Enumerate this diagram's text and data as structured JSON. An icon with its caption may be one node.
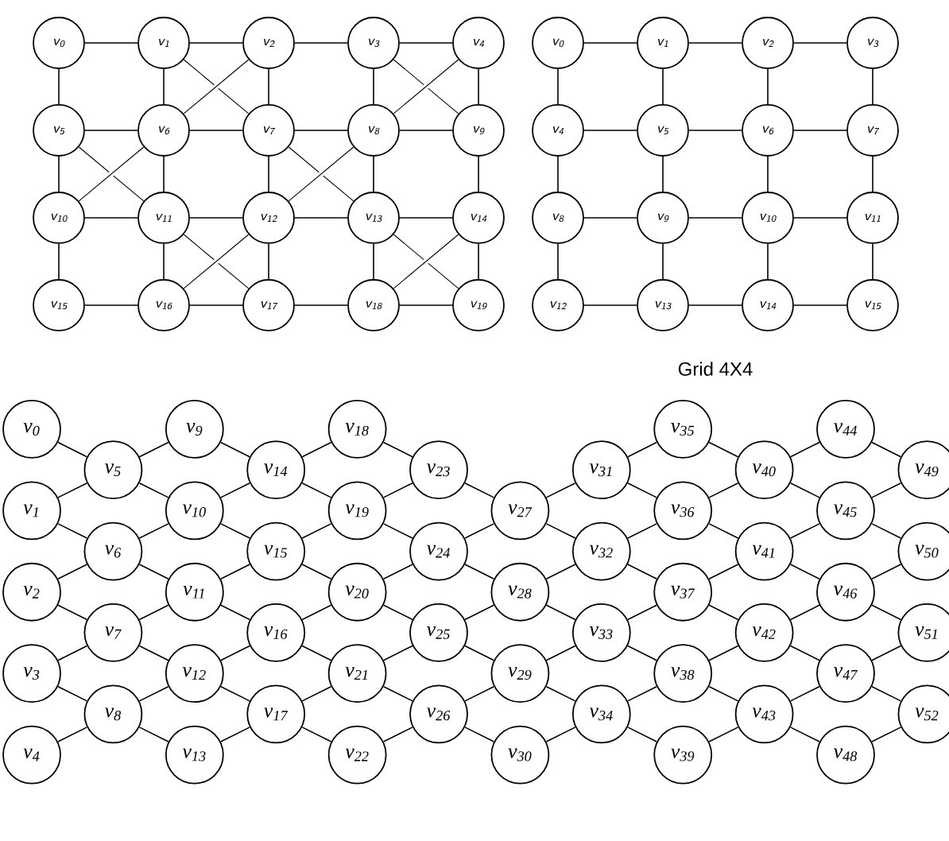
{
  "diagram": {
    "nodes": [
      {
        "text": [
          "v$_{0}$"
        ]
      },
      {
        "text": [
          "v$_{1}$"
        ]
      },
      {
        "text": [
          "v$_{2}$"
        ]
      },
      {
        "text": [
          "v$_{3}$"
        ]
      },
      {
        "text": [
          "v$_{4}$"
        ]
      },
      {
        "text": [
          "v$_{5}$"
        ]
      },
      {
        "text": [
          "v$_{6}$"
        ]
      },
      {
        "text": [
          "v$_{7}$"
        ]
      },
      {
        "text": [
          "v$_{8}$"
        ]
      },
      {
        "text": [
          "v$_{9}$"
        ]
      },
      {
        "text": [
          "v$_{10}$"
        ]
      },
      {
        "text": [
          "v$_{11}$"
        ]
      },
      {
        "text": [
          "v$_{12}$"
        ]
      },
      {
        "text": [
          "v$_{13}$"
        ]
      },
      {
        "text": [
          "v$_{14}$"
        ]
      },
      {
        "text": [
          "v$_{15}$"
        ]
      },
      {
        "text": [
          "v$_{16}$"
        ]
      },
      {
        "text": [
          "v$_{17}$"
        ]
      },
      {
        "text": [
          "v$_{18}$"
        ]
      },
      {
        "text": [
          "v$_{19}$"
        ]
      },
      {
        "text": [
          "v$_{0}$"
        ]
      },
      {
        "text": [
          "v$_{1}$"
        ]
      },
      {
        "text": [
          "v$_{2}$"
        ]
      },
      {
        "text": [
          "v$_{3}$"
        ]
      },
      {
        "text": [
          "v$_{4}$"
        ]
      },
      {
        "text": [
          "v$_{5}$"
        ]
      },
      {
        "text": [
          "v$_{6}$"
        ]
      },
      {
        "text": [
          "v$_{7}$"
        ]
      },
      {
        "text": [
          "v$_{8}$"
        ]
      },
      {
        "text": [
          "v$_{9}$"
        ]
      },
      {
        "text": [
          "v$_{10}$"
        ]
      },
      {
        "text": [
          "v$_{11}$"
        ]
      },
      {
        "text": [
          "v$_{12}$"
        ]
      },
      {
        "text": [
          "v$_{13}$"
        ]
      },
      {
        "text": [
          "v$_{14}$"
        ]
      },
      {
        "text": [
          "v$_{15}$"
        ]
      },
      {
        "text": [
          "v$_{0}$"
        ]
      },
      {
        "text": [
          "v$_{1}$"
        ]
      },
      {
        "text": [
          "v$_{2}$"
        ]
      },
      {
        "text": [
          "v$_{3}$"
        ]
      },
      {
        "text": [
          "v$_{4}$"
        ]
      },
      {
        "text": [
          "v$_{5}$"
        ]
      },
      {
        "text": [
          "v$_{6}$"
        ]
      },
      {
        "text": [
          "v$_{7}$"
        ]
      },
      {
        "text": [
          "v$_{8}$"
        ]
      },
      {
        "text": [
          "v$_{9}$"
        ]
      },
      {
        "text": [
          "v$_{10}$"
        ]
      },
      {
        "text": [
          "v$_{11}$"
        ]
      },
      {
        "text": [
          "v$_{12}$"
        ]
      },
      {
        "text": [
          "v$_{13}$"
        ]
      },
      {
        "text": [
          "v$_{14}$"
        ]
      },
      {
        "text": [
          "v$_{15}$"
        ]
      },
      {
        "text": [
          "v$_{16}$"
        ]
      },
      {
        "text": [
          "v$_{17}$"
        ]
      },
      {
        "text": [
          "v$_{18}$"
        ]
      },
      {
        "text": [
          "v$_{19}$"
        ]
      },
      {
        "text": [
          "v$_{20}$"
        ]
      },
      {
        "text": [
          "v$_{21}$"
        ]
      },
      {
        "text": [
          "v$_{22}$"
        ]
      },
      {
        "text": [
          "v$_{23}$"
        ]
      },
      {
        "text": [
          "v$_{24}$"
        ]
      },
      {
        "text": [
          "v$_{25}$"
        ]
      },
      {
        "text": [
          "v$_{26}$"
        ]
      },
      {
        "text": [
          "v$_{27}$"
        ]
      },
      {
        "text": [
          "v$_{28}$"
        ]
      },
      {
        "text": [
          "v$_{29}$"
        ]
      },
      {
        "text": [
          "v$_{30}$"
        ]
      },
      {
        "text": [
          "v$_{31}$"
        ]
      },
      {
        "text": [
          "v$_{32}$"
        ]
      },
      {
        "text": [
          "v$_{33}$"
        ]
      },
      {
        "text": [
          "v$_{34}$"
        ]
      },
      {
        "text": [
          "v$_{35}$"
        ]
      },
      {
        "text": [
          "v$_{36}$"
        ]
      },
      {
        "text": [
          "v$_{37}$"
        ]
      },
      {
        "text": [
          "v$_{38}$"
        ]
      },
      {
        "text": [
          "v$_{39}$"
        ]
      },
      {
        "text": [
          "v$_{40}$"
        ]
      },
      {
        "text": [
          "v$_{41}$"
        ]
      },
      {
        "text": [
          "v$_{42}$"
        ]
      },
      {
        "text": [
          "v$_{43}$"
        ]
      },
      {
        "text": [
          "v$_{44}$"
        ]
      },
      {
        "text": [
          "v$_{45}$"
        ]
      },
      {
        "text": [
          "v$_{46}$"
        ]
      },
      {
        "text": [
          "v$_{47}$"
        ]
      },
      {
        "text": [
          "v$_{48}$"
        ]
      },
      {
        "text": [
          "v$_{49}$"
        ]
      },
      {
        "text": [
          "v$_{50}$"
        ]
      },
      {
        "text": [
          "v$_{51}$"
        ]
      },
      {
        "text": [
          "v$_{52}$"
        ]
      }
    ],
    "edges": [
      {
        "from": 0,
        "to": 1,
        "arrow": "none"
      },
      {
        "from": 1,
        "to": 2,
        "arrow": "none"
      },
      {
        "from": 2,
        "to": 3,
        "arrow": "none"
      },
      {
        "from": 3,
        "to": 4,
        "arrow": "none"
      },
      {
        "from": 5,
        "to": 6,
        "arrow": "none"
      },
      {
        "from": 6,
        "to": 7,
        "arrow": "none"
      },
      {
        "from": 7,
        "to": 8,
        "arrow": "none"
      },
      {
        "from": 8,
        "to": 9,
        "arrow": "none"
      },
      {
        "from": 10,
        "to": 11,
        "arrow": "none"
      },
      {
        "from": 11,
        "to": 12,
        "arrow": "none"
      },
      {
        "from": 12,
        "to": 13,
        "arrow": "none"
      },
      {
        "from": 13,
        "to": 14,
        "arrow": "none"
      },
      {
        "from": 15,
        "to": 16,
        "arrow": "none"
      },
      {
        "from": 16,
        "to": 17,
        "arrow": "none"
      },
      {
        "from": 17,
        "to": 18,
        "arrow": "none"
      },
      {
        "from": 18,
        "to": 19,
        "arrow": "none"
      },
      {
        "from": 0,
        "to": 5,
        "arrow": "none"
      },
      {
        "from": 1,
        "to": 6,
        "arrow": "none"
      },
      {
        "from": 2,
        "to": 7,
        "arrow": "none"
      },
      {
        "from": 3,
        "to": 8,
        "arrow": "none"
      },
      {
        "from": 4,
        "to": 9,
        "arrow": "none"
      },
      {
        "from": 5,
        "to": 10,
        "arrow": "none"
      },
      {
        "from": 6,
        "to": 11,
        "arrow": "none"
      },
      {
        "from": 7,
        "to": 12,
        "arrow": "none"
      },
      {
        "from": 8,
        "to": 13,
        "arrow": "none"
      },
      {
        "from": 9,
        "to": 14,
        "arrow": "none"
      },
      {
        "from": 10,
        "to": 15,
        "arrow": "none"
      },
      {
        "from": 11,
        "to": 16,
        "arrow": "none"
      },
      {
        "from": 12,
        "to": 17,
        "arrow": "none"
      },
      {
        "from": 13,
        "to": 18,
        "arrow": "none"
      },
      {
        "from": 14,
        "to": 19,
        "arrow": "none"
      },
      {
        "from": 1,
        "to": 7,
        "arrow": "none"
      },
      {
        "from": 2,
        "to": 6,
        "arrow": "none"
      },
      {
        "from": 3,
        "to": 9,
        "arrow": "none"
      },
      {
        "from": 4,
        "to": 8,
        "arrow": "none"
      },
      {
        "from": 5,
        "to": 11,
        "arrow": "none"
      },
      {
        "from": 6,
        "to": 10,
        "arrow": "none"
      },
      {
        "from": 7,
        "to": 13,
        "arrow": "none"
      },
      {
        "from": 8,
        "to": 12,
        "arrow": "none"
      },
      {
        "from": 11,
        "to": 17,
        "arrow": "none"
      },
      {
        "from": 12,
        "to": 16,
        "arrow": "none"
      },
      {
        "from": 13,
        "to": 19,
        "arrow": "none"
      },
      {
        "from": 14,
        "to": 18,
        "arrow": "none"
      },
      {
        "from": 20,
        "to": 21,
        "arrow": "none"
      },
      {
        "from": 21,
        "to": 22,
        "arrow": "none"
      },
      {
        "from": 22,
        "to": 23,
        "arrow": "none"
      },
      {
        "from": 24,
        "to": 25,
        "arrow": "none"
      },
      {
        "from": 25,
        "to": 26,
        "arrow": "none"
      },
      {
        "from": 26,
        "to": 27,
        "arrow": "none"
      },
      {
        "from": 28,
        "to": 29,
        "arrow": "none"
      },
      {
        "from": 29,
        "to": 30,
        "arrow": "none"
      },
      {
        "from": 30,
        "to": 31,
        "arrow": "none"
      },
      {
        "from": 32,
        "to": 33,
        "arrow": "none"
      },
      {
        "from": 33,
        "to": 34,
        "arrow": "none"
      },
      {
        "from": 34,
        "to": 35,
        "arrow": "none"
      },
      {
        "from": 20,
        "to": 24,
        "arrow": "none"
      },
      {
        "from": 21,
        "to": 25,
        "arrow": "none"
      },
      {
        "from": 22,
        "to": 26,
        "arrow": "none"
      },
      {
        "from": 23,
        "to": 27,
        "arrow": "none"
      },
      {
        "from": 24,
        "to": 28,
        "arrow": "none"
      },
      {
        "from": 25,
        "to": 29,
        "arrow": "none"
      },
      {
        "from": 26,
        "to": 30,
        "arrow": "none"
      },
      {
        "from": 27,
        "to": 31,
        "arrow": "none"
      },
      {
        "from": 28,
        "to": 32,
        "arrow": "none"
      },
      {
        "from": 29,
        "to": 33,
        "arrow": "none"
      },
      {
        "from": 30,
        "to": 34,
        "arrow": "none"
      },
      {
        "from": 31,
        "to": 35,
        "arrow": "none"
      },
      {
        "from": 36,
        "to": 41,
        "arrow": "none"
      },
      {
        "from": 37,
        "to": 41,
        "arrow": "none"
      },
      {
        "from": 37,
        "to": 42,
        "arrow": "none"
      },
      {
        "from": 38,
        "to": 42,
        "arrow": "none"
      },
      {
        "from": 38,
        "to": 43,
        "arrow": "none"
      },
      {
        "from": 39,
        "to": 43,
        "arrow": "none"
      },
      {
        "from": 39,
        "to": 44,
        "arrow": "none"
      },
      {
        "from": 40,
        "to": 44,
        "arrow": "none"
      },
      {
        "from": 41,
        "to": 45,
        "arrow": "none"
      },
      {
        "from": 41,
        "to": 46,
        "arrow": "none"
      },
      {
        "from": 42,
        "to": 46,
        "arrow": "none"
      },
      {
        "from": 42,
        "to": 47,
        "arrow": "none"
      },
      {
        "from": 43,
        "to": 47,
        "arrow": "none"
      },
      {
        "from": 43,
        "to": 48,
        "arrow": "none"
      },
      {
        "from": 44,
        "to": 48,
        "arrow": "none"
      },
      {
        "from": 44,
        "to": 49,
        "arrow": "none"
      },
      {
        "from": 45,
        "to": 50,
        "arrow": "none"
      },
      {
        "from": 46,
        "to": 50,
        "arrow": "none"
      },
      {
        "from": 46,
        "to": 51,
        "arrow": "none"
      },
      {
        "from": 47,
        "to": 51,
        "arrow": "none"
      },
      {
        "from": 47,
        "to": 52,
        "arrow": "none"
      },
      {
        "from": 48,
        "to": 52,
        "arrow": "none"
      },
      {
        "from": 48,
        "to": 53,
        "arrow": "none"
      },
      {
        "from": 49,
        "to": 53,
        "arrow": "none"
      },
      {
        "from": 50,
        "to": 54,
        "arrow": "none"
      },
      {
        "from": 50,
        "to": 55,
        "arrow": "none"
      },
      {
        "from": 51,
        "to": 55,
        "arrow": "none"
      },
      {
        "from": 51,
        "to": 56,
        "arrow": "none"
      },
      {
        "from": 52,
        "to": 56,
        "arrow": "none"
      },
      {
        "from": 52,
        "to": 57,
        "arrow": "none"
      },
      {
        "from": 53,
        "to": 57,
        "arrow": "none"
      },
      {
        "from": 53,
        "to": 58,
        "arrow": "none"
      },
      {
        "from": 54,
        "to": 59,
        "arrow": "none"
      },
      {
        "from": 55,
        "to": 59,
        "arrow": "none"
      },
      {
        "from": 55,
        "to": 60,
        "arrow": "none"
      },
      {
        "from": 56,
        "to": 60,
        "arrow": "none"
      },
      {
        "from": 56,
        "to": 61,
        "arrow": "none"
      },
      {
        "from": 57,
        "to": 61,
        "arrow": "none"
      },
      {
        "from": 57,
        "to": 62,
        "arrow": "none"
      },
      {
        "from": 58,
        "to": 62,
        "arrow": "none"
      },
      {
        "from": 59,
        "to": 63,
        "arrow": "none"
      },
      {
        "from": 60,
        "to": 63,
        "arrow": "none"
      },
      {
        "from": 60,
        "to": 64,
        "arrow": "none"
      },
      {
        "from": 61,
        "to": 64,
        "arrow": "none"
      },
      {
        "from": 61,
        "to": 65,
        "arrow": "none"
      },
      {
        "from": 62,
        "to": 65,
        "arrow": "none"
      },
      {
        "from": 62,
        "to": 66,
        "arrow": "none"
      },
      {
        "from": 63,
        "to": 67,
        "arrow": "none"
      },
      {
        "from": 63,
        "to": 68,
        "arrow": "none"
      },
      {
        "from": 64,
        "to": 68,
        "arrow": "none"
      },
      {
        "from": 64,
        "to": 69,
        "arrow": "none"
      },
      {
        "from": 65,
        "to": 69,
        "arrow": "none"
      },
      {
        "from": 65,
        "to": 70,
        "arrow": "none"
      },
      {
        "from": 66,
        "to": 70,
        "arrow": "none"
      },
      {
        "from": 67,
        "to": 71,
        "arrow": "none"
      },
      {
        "from": 67,
        "to": 72,
        "arrow": "none"
      },
      {
        "from": 68,
        "to": 72,
        "arrow": "none"
      },
      {
        "from": 68,
        "to": 73,
        "arrow": "none"
      },
      {
        "from": 69,
        "to": 73,
        "arrow": "none"
      },
      {
        "from": 69,
        "to": 74,
        "arrow": "none"
      },
      {
        "from": 70,
        "to": 74,
        "arrow": "none"
      },
      {
        "from": 70,
        "to": 75,
        "arrow": "none"
      },
      {
        "from": 71,
        "to": 76,
        "arrow": "none"
      },
      {
        "from": 72,
        "to": 76,
        "arrow": "none"
      },
      {
        "from": 72,
        "to": 77,
        "arrow": "none"
      },
      {
        "from": 73,
        "to": 77,
        "arrow": "none"
      },
      {
        "from": 73,
        "to": 78,
        "arrow": "none"
      },
      {
        "from": 74,
        "to": 78,
        "arrow": "none"
      },
      {
        "from": 74,
        "to": 79,
        "arrow": "none"
      },
      {
        "from": 75,
        "to": 79,
        "arrow": "none"
      },
      {
        "from": 76,
        "to": 80,
        "arrow": "none"
      },
      {
        "from": 76,
        "to": 81,
        "arrow": "none"
      },
      {
        "from": 77,
        "to": 81,
        "arrow": "none"
      },
      {
        "from": 77,
        "to": 82,
        "arrow": "none"
      },
      {
        "from": 78,
        "to": 82,
        "arrow": "none"
      },
      {
        "from": 78,
        "to": 83,
        "arrow": "none"
      },
      {
        "from": 79,
        "to": 83,
        "arrow": "none"
      },
      {
        "from": 79,
        "to": 84,
        "arrow": "none"
      },
      {
        "from": 80,
        "to": 85,
        "arrow": "none"
      },
      {
        "from": 81,
        "to": 85,
        "arrow": "none"
      },
      {
        "from": 81,
        "to": 86,
        "arrow": "none"
      },
      {
        "from": 82,
        "to": 86,
        "arrow": "none"
      },
      {
        "from": 82,
        "to": 87,
        "arrow": "none"
      },
      {
        "from": 83,
        "to": 87,
        "arrow": "none"
      },
      {
        "from": 83,
        "to": 88,
        "arrow": "none"
      },
      {
        "from": 84,
        "to": 88,
        "arrow": "none"
      }
    ],
    "labels": [
      "Grid 4X4"
    ]
  }
}
